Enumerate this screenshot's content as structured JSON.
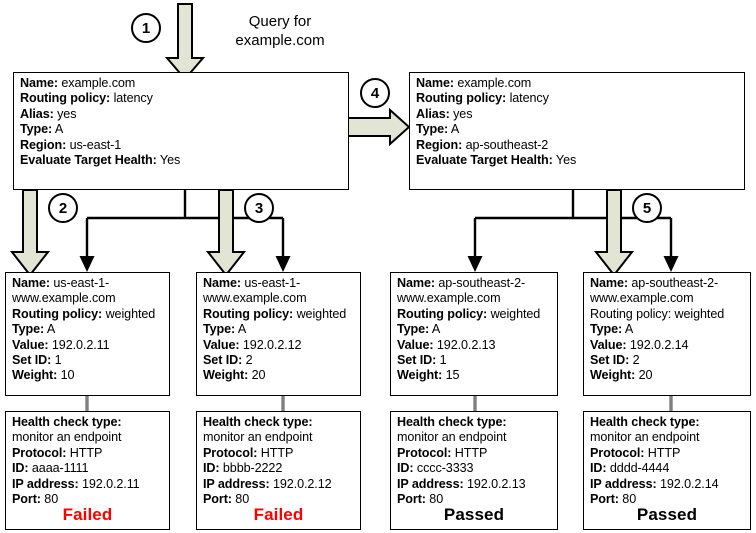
{
  "diagram": {
    "query_caption": "Query for\nexample.com",
    "markers": [
      "1",
      "2",
      "3",
      "4",
      "5"
    ],
    "colors": {
      "arrow_fill": "#e2e5d3",
      "arrow_stroke": "#000000",
      "connector": "#000000",
      "gray_connector": "#808080",
      "failed": "#ff0000",
      "passed": "#000000",
      "box_border": "#000000",
      "background": "#ffffff"
    },
    "alias_records": [
      {
        "name_label": "Name:",
        "name_value": "example.com",
        "routing_label": "Routing policy:",
        "routing_value": "latency",
        "alias_label": "Alias:",
        "alias_value": "yes",
        "type_label": "Type:",
        "type_value": "A",
        "region_label": "Region:",
        "region_value": "us-east-1",
        "eth_label": "Evaluate Target Health:",
        "eth_value": "Yes"
      },
      {
        "name_label": "Name:",
        "name_value": "example.com",
        "routing_label": "Routing policy:",
        "routing_value": "latency",
        "alias_label": "Alias:",
        "alias_value": "yes",
        "type_label": "Type:",
        "type_value": "A",
        "region_label": "Region:",
        "region_value": "ap-southeast-2",
        "eth_label": "Evaluate Target Health:",
        "eth_value": "Yes"
      }
    ],
    "weighted_records": [
      {
        "name_label": "Name:",
        "name_value": "us-east-1-",
        "name_value2": "www.example.com",
        "routing_label": "Routing policy:",
        "routing_value": "weighted",
        "routing_bold": true,
        "type_label": "Type:",
        "type_value": "A",
        "value_label": "Value:",
        "value_value": "192.0.2.11",
        "setid_label": "Set ID:",
        "setid_value": "1",
        "weight_label": "Weight:",
        "weight_value": "10"
      },
      {
        "name_label": "Name:",
        "name_value": "us-east-1-",
        "name_value2": "www.example.com",
        "routing_label": "Routing policy:",
        "routing_value": "weighted",
        "routing_bold": true,
        "type_label": "Type:",
        "type_value": "A",
        "value_label": "Value:",
        "value_value": "192.0.2.12",
        "setid_label": "Set ID:",
        "setid_value": "2",
        "weight_label": "Weight:",
        "weight_value": "20"
      },
      {
        "name_label": "Name:",
        "name_value": "ap-southeast-2-",
        "name_value2": "www.example.com",
        "routing_label": "Routing policy:",
        "routing_value": "weighted",
        "routing_bold": true,
        "type_label": "Type:",
        "type_value": "A",
        "value_label": "Value:",
        "value_value": "192.0.2.13",
        "setid_label": "Set ID:",
        "setid_value": "1",
        "weight_label": "Weight:",
        "weight_value": "15"
      },
      {
        "name_label": "Name:",
        "name_value": "ap-southeast-2-",
        "name_value2": "www.example.com",
        "routing_label": "Routing policy:",
        "routing_value": "weighted",
        "routing_bold": false,
        "type_label": "Type:",
        "type_value": "A",
        "value_label": "Value:",
        "value_value": "192.0.2.14",
        "setid_label": "Set ID:",
        "setid_value": "2",
        "weight_label": "Weight:",
        "weight_value": "20"
      }
    ],
    "health_checks": [
      {
        "type_label": "Health check type:",
        "type_value": " monitor an endpoint",
        "protocol_label": "Protocol:",
        "protocol_value": "HTTP",
        "id_label": "ID:",
        "id_value": "aaaa-1111",
        "ip_label": "IP address:",
        "ip_value": "192.0.2.11",
        "port_label": "Port:",
        "port_value": "80",
        "status": "Failed",
        "status_state": "failed"
      },
      {
        "type_label": "Health check type:",
        "type_value": " monitor an endpoint",
        "protocol_label": "Protocol:",
        "protocol_value": "HTTP",
        "id_label": "ID:",
        "id_value": "bbbb-2222",
        "ip_label": "IP address:",
        "ip_value": "192.0.2.12",
        "port_label": "Port:",
        "port_value": "80",
        "status": "Failed",
        "status_state": "failed"
      },
      {
        "type_label": "Health check type:",
        "type_value": " monitor an endpoint",
        "protocol_label": "Protocol:",
        "protocol_value": "HTTP",
        "id_label": "ID:",
        "id_value": "cccc-3333",
        "ip_label": "IP address:",
        "ip_value": "192.0.2.13",
        "port_label": "Port:",
        "port_value": "80",
        "status": "Passed",
        "status_state": "passed"
      },
      {
        "type_label": "Health check type:",
        "type_value": " monitor an endpoint",
        "protocol_label": "Protocol:",
        "protocol_value": "HTTP",
        "id_label": "ID:",
        "id_value": "dddd-4444",
        "ip_label": "IP address:",
        "ip_value": "192.0.2.14",
        "port_label": "Port:",
        "port_value": "80",
        "status": "Passed",
        "status_state": "passed"
      }
    ]
  }
}
